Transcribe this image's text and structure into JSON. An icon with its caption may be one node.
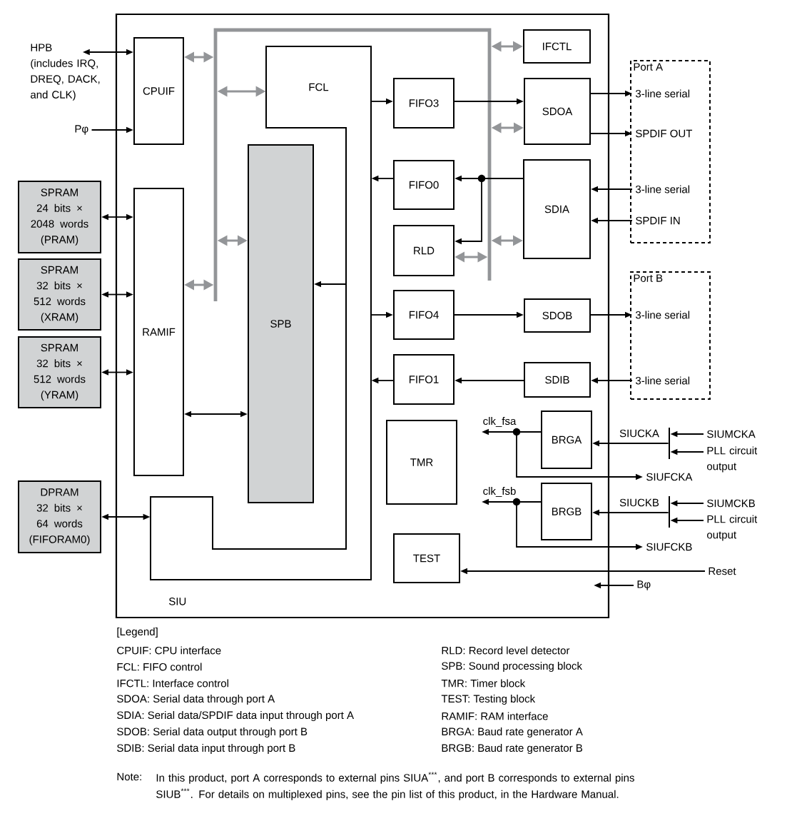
{
  "diagram": {
    "nodes": [
      {
        "text": [
          "SIU"
        ]
      },
      {
        "text": [
          "HPB",
          "(includes IRQ, DREQ, DACK, and CLK)"
        ]
      },
      {
        "text": [
          "Pφ"
        ]
      },
      {
        "text": [
          "CPUIF"
        ],
        "in": 0
      },
      {
        "text": [
          "FCL"
        ],
        "in": 0
      },
      {
        "text": [
          "IFCTL"
        ],
        "in": 0
      },
      {
        "text": [
          "FIFO3"
        ],
        "in": 0
      },
      {
        "text": [
          "SDOA"
        ],
        "in": 0
      },
      {
        "text": [
          "FIFO0"
        ],
        "in": 0
      },
      {
        "text": [
          "SDIA"
        ],
        "in": 0
      },
      {
        "text": [
          "RLD"
        ],
        "in": 0
      },
      {
        "text": [
          "SPRAM",
          "24 bits × 2048 words (PRAM)"
        ]
      },
      {
        "text": [
          "SPRAM",
          "32 bits × 512 words (XRAM)"
        ]
      },
      {
        "text": [
          "SPRAM",
          "32 bits × 512 words (YRAM)"
        ]
      },
      {
        "text": [
          "RAMIF"
        ],
        "in": 0
      },
      {
        "text": [
          "SPB"
        ],
        "in": 0
      },
      {
        "text": [
          "Port A"
        ]
      },
      {
        "text": [
          "3-line serial"
        ],
        "in": 16
      },
      {
        "text": [
          "SPDIF OUT"
        ],
        "in": 16
      },
      {
        "text": [
          "3-line serial"
        ],
        "in": 16
      },
      {
        "text": [
          "SPDIF IN"
        ],
        "in": 16
      },
      {
        "text": [
          "FIFO4"
        ],
        "in": 0
      },
      {
        "text": [
          "SDOB"
        ],
        "in": 0
      },
      {
        "text": [
          "Port B"
        ]
      },
      {
        "text": [
          "3-line serial"
        ],
        "in": 23
      },
      {
        "text": [
          "3-line serial"
        ],
        "in": 23
      },
      {
        "text": [
          "FIFO1"
        ],
        "in": 0
      },
      {
        "text": [
          "SDIB"
        ],
        "in": 0
      },
      {
        "text": [
          "TMR"
        ],
        "in": 0
      },
      {
        "text": [
          "BRGA"
        ],
        "in": 0
      },
      {
        "text": [],
        "shape": "bar"
      },
      {
        "text": [
          "SIUMCKA"
        ]
      },
      {
        "text": [
          "PLL circuit output"
        ]
      },
      {
        "text": [
          "SIUFCKA"
        ]
      },
      {
        "text": [
          "BRGB"
        ],
        "in": 0
      },
      {
        "text": [],
        "shape": "bar"
      },
      {
        "text": [
          "SIUMCKB"
        ]
      },
      {
        "text": [
          "PLL circuit output"
        ]
      },
      {
        "text": [
          "SIUFCKB"
        ]
      },
      {
        "text": [
          "TEST"
        ],
        "in": 0
      },
      {
        "text": [
          "DPRAM",
          "32 bits × 64 words (FIFORAM0)"
        ]
      },
      {
        "text": [
          "Reset"
        ]
      },
      {
        "text": [
          "Bφ"
        ]
      }
    ],
    "edges": [
      {
        "from": 1,
        "to": 3,
        "arrow": "both"
      },
      {
        "from": 2,
        "to": 3,
        "arrow": "to"
      },
      {
        "from": 3,
        "to": null,
        "arrow": "both",
        "color": "#939598"
      },
      {
        "from": null,
        "to": 4,
        "arrow": "both",
        "color": "#939598"
      },
      {
        "from": null,
        "to": 5,
        "arrow": "both",
        "color": "#939598"
      },
      {
        "from": 4,
        "to": 6,
        "arrow": "to"
      },
      {
        "from": 6,
        "to": 7,
        "arrow": "to"
      },
      {
        "from": null,
        "to": 7,
        "arrow": "both",
        "color": "#939598"
      },
      {
        "from": 7,
        "to": 17,
        "arrow": "to"
      },
      {
        "from": 7,
        "to": 18,
        "arrow": "to"
      },
      {
        "from": 8,
        "to": 4,
        "arrow": "to"
      },
      {
        "from": 9,
        "to": 8,
        "arrow": "to"
      },
      {
        "from": 9,
        "to": 10,
        "arrow": "to"
      },
      {
        "from": null,
        "to": 15,
        "arrow": "both",
        "color": "#939598"
      },
      {
        "from": null,
        "to": 9,
        "arrow": "both",
        "color": "#939598"
      },
      {
        "from": 10,
        "to": null,
        "arrow": "both",
        "color": "#939598"
      },
      {
        "from": 19,
        "to": 9,
        "arrow": "to"
      },
      {
        "from": 20,
        "to": 9,
        "arrow": "to"
      },
      {
        "from": 11,
        "to": 14,
        "arrow": "both"
      },
      {
        "from": 12,
        "to": 14,
        "arrow": "both"
      },
      {
        "from": 13,
        "to": 14,
        "arrow": "both"
      },
      {
        "from": 14,
        "to": null,
        "arrow": "both",
        "color": "#939598"
      },
      {
        "from": 4,
        "to": 15,
        "arrow": "to"
      },
      {
        "from": 4,
        "to": 21,
        "arrow": "to"
      },
      {
        "from": 21,
        "to": 22,
        "arrow": "to"
      },
      {
        "from": 22,
        "to": 24,
        "arrow": "to"
      },
      {
        "from": 26,
        "to": 4,
        "arrow": "to"
      },
      {
        "from": 27,
        "to": 26,
        "arrow": "to"
      },
      {
        "from": 25,
        "to": 27,
        "arrow": "to"
      },
      {
        "from": 14,
        "to": 15,
        "arrow": "both"
      },
      {
        "from": 31,
        "to": 30,
        "arrow": "to"
      },
      {
        "from": 32,
        "to": 30,
        "arrow": "to"
      },
      {
        "from": 30,
        "to": 29,
        "arrow": "to",
        "label": "SIUCKA"
      },
      {
        "from": 29,
        "to": null,
        "arrow": "to",
        "label": "clk_fsa"
      },
      {
        "from": 29,
        "to": 33,
        "arrow": "to"
      },
      {
        "from": 36,
        "to": 35,
        "arrow": "to"
      },
      {
        "from": 37,
        "to": 35,
        "arrow": "to"
      },
      {
        "from": 35,
        "to": 34,
        "arrow": "to",
        "label": "SIUCKB"
      },
      {
        "from": 34,
        "to": null,
        "arrow": "to",
        "label": "clk_fsb"
      },
      {
        "from": 34,
        "to": 38,
        "arrow": "to"
      },
      {
        "from": 41,
        "to": 39,
        "arrow": "to"
      },
      {
        "from": 42,
        "to": 0,
        "arrow": "to"
      },
      {
        "from": 40,
        "to": 4,
        "arrow": "both"
      }
    ],
    "labels": [
      "[Legend]",
      "CPUIF: CPU interface",
      "RLD: Record level detector",
      "FCL: FIFO control",
      "SPB: Sound processing block",
      "IFCTL: Interface control",
      "TMR: Timer block",
      "SDOA: Serial data through port A",
      "TEST: Testing block",
      "SDIA: Serial data/SPDIF data input through port A",
      "RAMIF: RAM interface",
      "SDOB: Serial data output through port B",
      "BRGA: Baud rate generator A",
      "SDIB: Serial data input through port B",
      "BRGB: Baud rate generator B",
      "Note:",
      "In this product, port A corresponds to external pins SIUA$^{***}$, and port B corresponds to external pins SIUB$^{***}$. For details on multiplexed pins, see the pin list of this product, in the Hardware Manual."
    ]
  }
}
